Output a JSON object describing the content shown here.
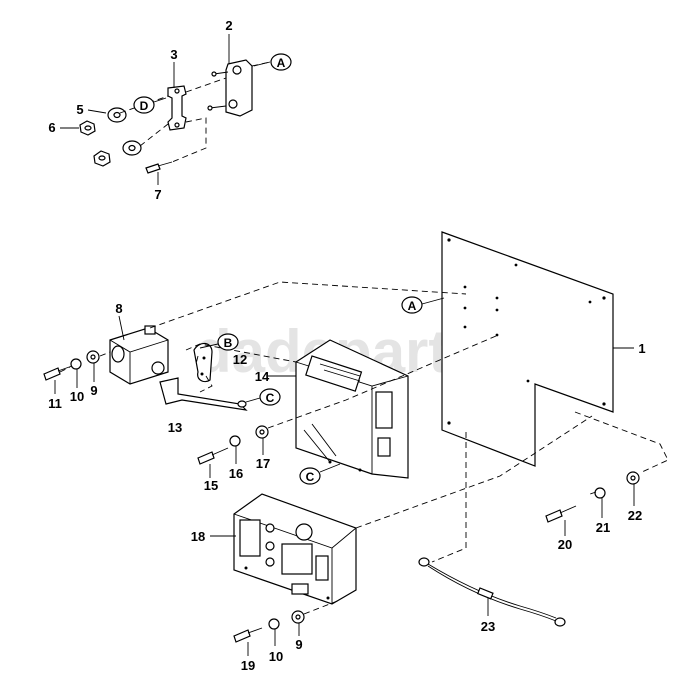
{
  "watermark": "dadeparts",
  "labels": {
    "n1": "1",
    "n2": "2",
    "n3": "3",
    "n5": "5",
    "n6": "6",
    "n7": "7",
    "n8": "8",
    "n11": "11",
    "n10a": "10",
    "n9a": "9",
    "n12": "12",
    "n13": "13",
    "n14": "14",
    "n15": "15",
    "n16": "16",
    "n17": "17",
    "n18": "18",
    "n19": "19",
    "n10b": "10",
    "n9b": "9",
    "n20": "20",
    "n21": "21",
    "n22": "22",
    "n23": "23"
  },
  "callouts": {
    "a_top": "A",
    "a_plate": "A",
    "b": "B",
    "c_bracket": "C",
    "c_box": "C",
    "d": "D"
  }
}
